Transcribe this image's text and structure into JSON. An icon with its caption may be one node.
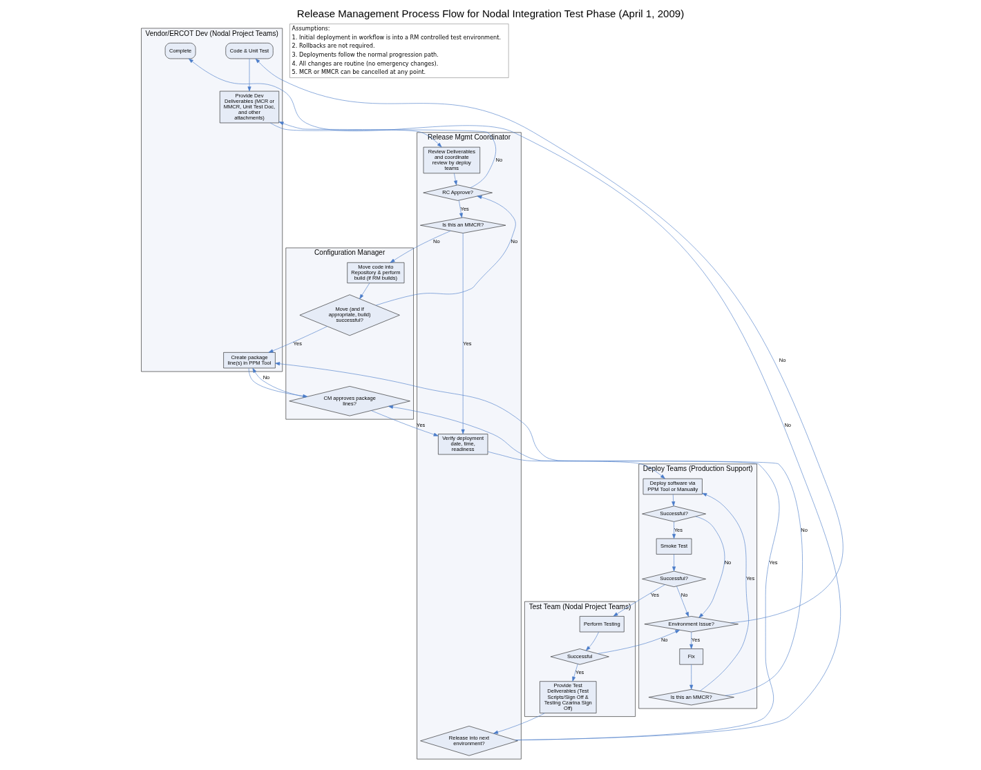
{
  "diagram": {
    "title": "Release Management Process Flow for Nodal Integration Test Phase (April 1, 2009)",
    "nodes": [
      {
        "text": [
          "Vendor/ERCOT Dev (Nodal Project Teams)"
        ]
      },
      {
        "text": [
          "Code & Unit Test"
        ],
        "in": 0
      },
      {
        "text": [
          "Provide Dev Deliverables (MCR or MMCR, Unit Test Doc, and other attachments)"
        ],
        "in": 0
      },
      {
        "text": [
          "Create package line(s) in PPM Tool"
        ],
        "in": 0
      },
      {
        "text": [
          "Complete"
        ],
        "in": 0
      },
      {
        "text": [
          "Release Mgmt Coordinator"
        ]
      },
      {
        "text": [
          "Review Deliverables and coordinate review by deploy teams"
        ],
        "in": 5
      },
      {
        "text": [
          "RC Approve?"
        ],
        "in": 5
      },
      {
        "text": [
          "Is this an MMCR?"
        ],
        "in": 5
      },
      {
        "text": [
          "Verify deployment date, time, readiness"
        ],
        "in": 5
      },
      {
        "text": [
          "Release into next environment?"
        ],
        "in": 5
      },
      {
        "text": [
          "Configuration Manager"
        ]
      },
      {
        "text": [
          "Move code into Repository & perform build (if RM builds)"
        ],
        "in": 11
      },
      {
        "text": [
          "Move (and if appropriate, build) successful?"
        ],
        "in": 11
      },
      {
        "text": [
          "CM approves package lines?"
        ],
        "in": 11
      },
      {
        "text": [
          "Deploy Teams (Production Support)"
        ]
      },
      {
        "text": [
          "Deploy software via PPM Tool or Manually"
        ],
        "in": 15
      },
      {
        "text": [
          "Successful?"
        ],
        "in": 15
      },
      {
        "text": [
          "Smoke Test"
        ],
        "in": 15
      },
      {
        "text": [
          "Successful?"
        ],
        "in": 15
      },
      {
        "text": [
          "Environment Issue?"
        ],
        "in": 15
      },
      {
        "text": [
          "Fix"
        ],
        "in": 15
      },
      {
        "text": [
          "Is this an MMCR?"
        ],
        "in": 15
      },
      {
        "text": [
          "Test Team (Nodal Project Teams)"
        ]
      },
      {
        "text": [
          "Perform Testing"
        ],
        "in": 23
      },
      {
        "text": [
          "Successful"
        ],
        "in": 23
      },
      {
        "text": [
          "Provide Test Deliverables (Test Scripts/Sign Off & Testing Czarina Sign Off)"
        ],
        "in": 23
      }
    ],
    "edges": [
      {
        "from": 1,
        "to": 2,
        "arrow": "to"
      },
      {
        "from": 2,
        "to": 6,
        "arrow": "to"
      },
      {
        "from": 6,
        "to": 7,
        "arrow": "to"
      },
      {
        "from": 7,
        "to": 2,
        "label": "No",
        "arrow": "to"
      },
      {
        "from": 7,
        "to": 8,
        "label": "Yes",
        "arrow": "to"
      },
      {
        "from": 8,
        "to": 9,
        "label": "Yes",
        "arrow": "to"
      },
      {
        "from": 8,
        "to": 12,
        "label": "No",
        "arrow": "to"
      },
      {
        "from": 12,
        "to": 13,
        "arrow": "to"
      },
      {
        "from": 13,
        "to": 7,
        "label": "No",
        "arrow": "to"
      },
      {
        "from": 13,
        "to": 3,
        "label": "Yes",
        "arrow": "to"
      },
      {
        "from": 3,
        "to": 14,
        "arrow": "to"
      },
      {
        "from": 14,
        "to": 3,
        "label": "No",
        "arrow": "to"
      },
      {
        "from": 14,
        "to": 9,
        "label": "Yes",
        "arrow": "to"
      },
      {
        "from": 9,
        "to": 16,
        "arrow": "to"
      },
      {
        "from": 16,
        "to": 17,
        "arrow": "to"
      },
      {
        "from": 17,
        "to": 18,
        "label": "Yes",
        "arrow": "to"
      },
      {
        "from": 17,
        "to": 20,
        "label": "No",
        "arrow": "to"
      },
      {
        "from": 18,
        "to": 19,
        "arrow": "to"
      },
      {
        "from": 19,
        "to": 20,
        "label": "No",
        "arrow": "to"
      },
      {
        "from": 19,
        "to": 24,
        "label": "Yes",
        "arrow": "to"
      },
      {
        "from": 20,
        "to": 21,
        "label": "Yes",
        "arrow": "to"
      },
      {
        "from": 20,
        "to": 1,
        "label": "No",
        "arrow": "to"
      },
      {
        "from": 21,
        "to": 22,
        "arrow": "to"
      },
      {
        "from": 22,
        "to": 16,
        "label": "Yes",
        "arrow": "to"
      },
      {
        "from": 22,
        "to": 3,
        "label": "No",
        "arrow": "to"
      },
      {
        "from": 24,
        "to": 25,
        "arrow": "to"
      },
      {
        "from": 25,
        "to": 26,
        "label": "Yes",
        "arrow": "to"
      },
      {
        "from": 25,
        "to": 20,
        "label": "No",
        "arrow": "to"
      },
      {
        "from": 26,
        "to": 10,
        "arrow": "to"
      },
      {
        "from": 10,
        "to": 4,
        "label": "No",
        "arrow": "to"
      },
      {
        "from": 10,
        "to": 14,
        "label": "Yes",
        "arrow": "to"
      }
    ],
    "labels": [
      "Assumptions:",
      "1. Initial deployment in workflow is into a RM controlled test environment.",
      "2. Rollbacks are not required.",
      "3. Deployments follow the normal progression path.",
      "4. All changes are routine (no emergency changes).",
      "5. MCR or MMCR can be cancelled at any point."
    ]
  }
}
